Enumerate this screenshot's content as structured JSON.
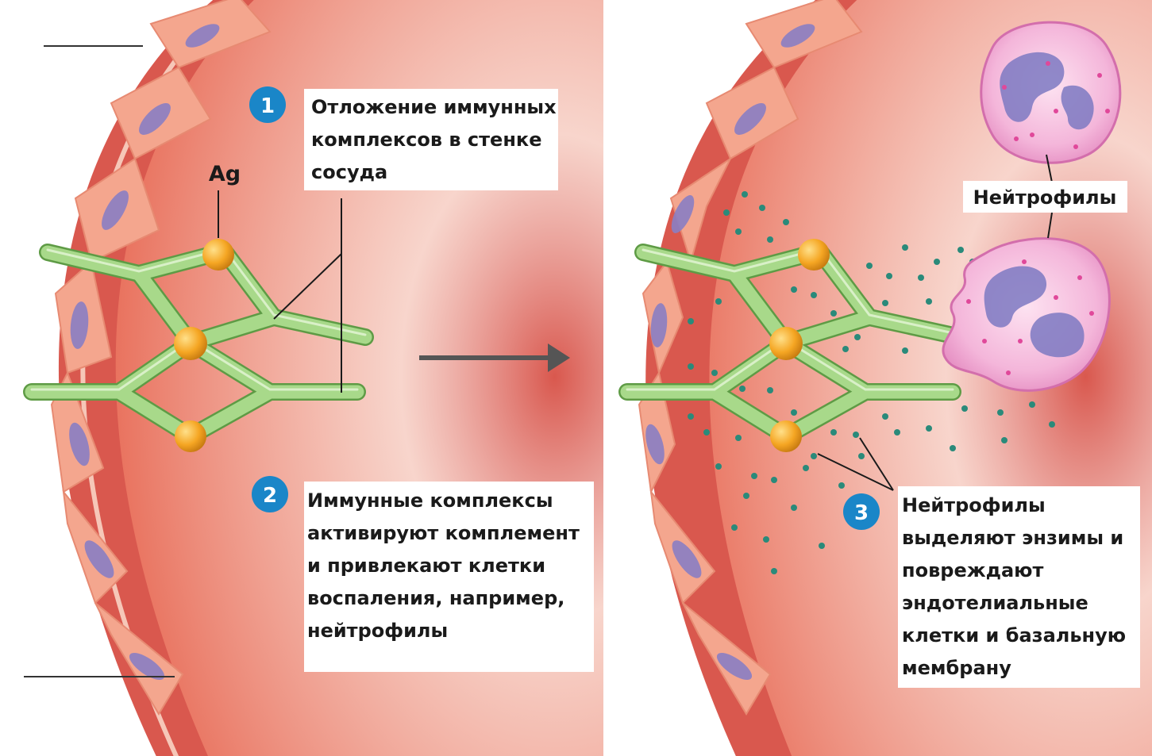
{
  "labels": {
    "ag": "Ag",
    "neutrophils": "Нейтрофилы"
  },
  "steps": [
    {
      "number": "1",
      "lines": [
        "Отложение иммунных",
        "комплексов в стенке",
        "сосуда"
      ]
    },
    {
      "number": "2",
      "lines": [
        "Иммунные комплексы",
        "активируют комплемент",
        "и привлекают клетки",
        "воспаления, например,",
        "нейтрофилы"
      ]
    },
    {
      "number": "3",
      "lines": [
        "Нейтрофилы",
        "выделяют энзимы и",
        "повреждают",
        "эндотелиальные",
        "клетки и базальную",
        "мембрану"
      ]
    }
  ],
  "colors": {
    "vessel_wall": "#d9584e",
    "lumen": "#f2b6a6",
    "endothelium": "#f4a68e",
    "nucleus": "#8a7fc4",
    "fiber": "#a8d98a",
    "fiber_edge": "#5e9b45",
    "antigen": "#f5a623",
    "enzyme": "#2a8a7a",
    "neutrophil": "#f1a9d2",
    "badge": "#1a86c8"
  },
  "icons": [
    "arrow-right-icon"
  ]
}
